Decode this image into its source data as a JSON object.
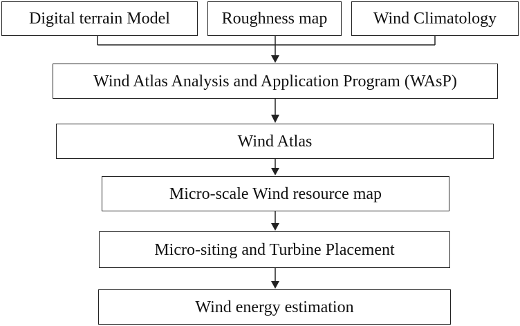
{
  "inputs": [
    {
      "id": "dtm",
      "label": "Digital terrain Model"
    },
    {
      "id": "rough",
      "label": "Roughness map"
    },
    {
      "id": "climate",
      "label": "Wind Climatology"
    }
  ],
  "steps": {
    "wasp": "Wind Atlas Analysis and Application Program (WAsP)",
    "atlas": "Wind Atlas",
    "micro": "Micro-scale Wind resource map",
    "siting": "Micro-siting and Turbine Placement",
    "energy": "Wind energy estimation"
  },
  "colors": {
    "line": "#222222",
    "background": "#ffffff"
  }
}
